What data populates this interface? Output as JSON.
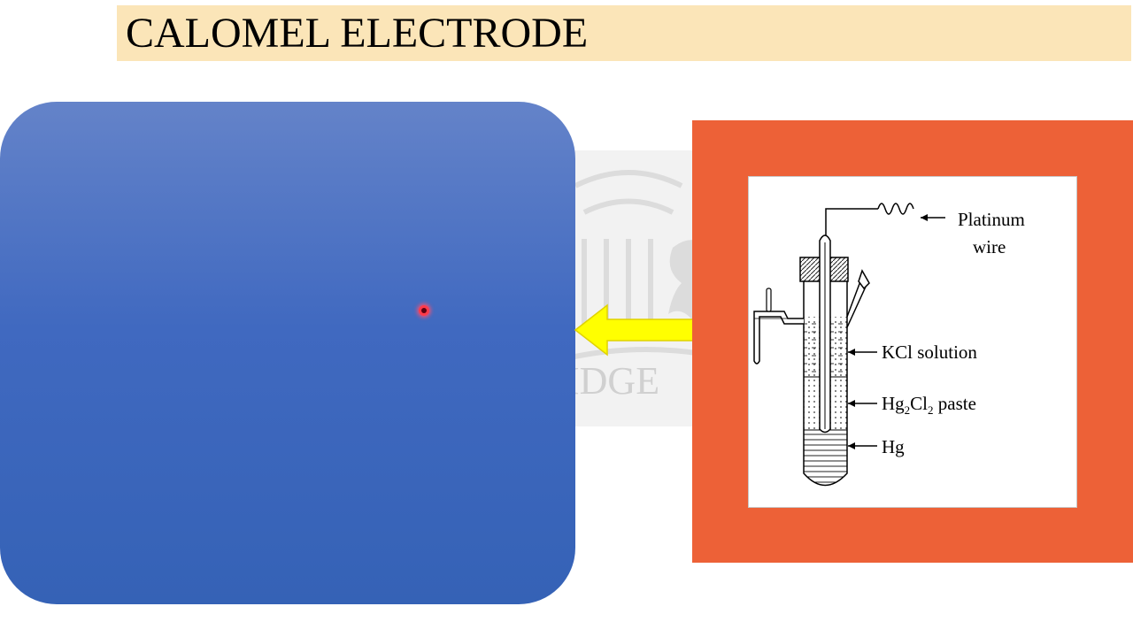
{
  "title": "CALOMEL ELECTRODE",
  "diagram": {
    "labels": {
      "platinum_line1": "Platinum",
      "platinum_line2": "wire",
      "kcl": "KCl solution",
      "paste_a": "Hg",
      "paste_sub1": "2",
      "paste_b": "Cl",
      "paste_sub2": "2",
      "paste_c": " paste",
      "hg": "Hg"
    }
  },
  "watermark_text": "IDGE",
  "colors": {
    "title_banner": "#fbe5b8",
    "blue_panel": "#4069c0",
    "frame": "#ed6137",
    "arrow": "#ffff00"
  }
}
